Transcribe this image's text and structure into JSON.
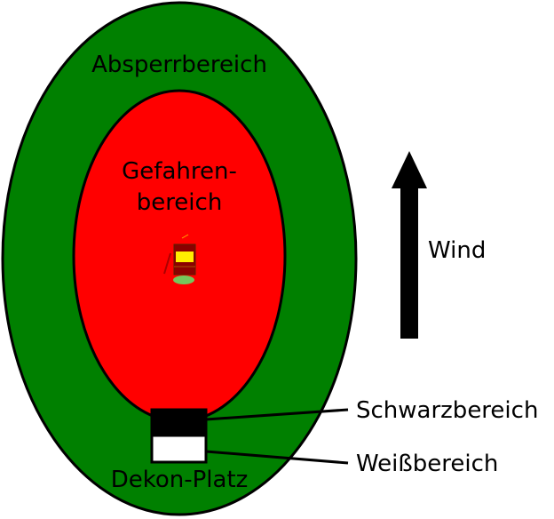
{
  "zones": {
    "outer_label": "Absperrbereich",
    "inner_label_line1": "Gefahren-",
    "inner_label_line2": "bereich",
    "decon_label": "Dekon-Platz"
  },
  "wind": {
    "label": "Wind"
  },
  "callouts": {
    "black_area": "Schwarzbereich",
    "white_area": "Weißbereich"
  },
  "colors": {
    "outer_zone": "#008000",
    "inner_zone": "#ff0000",
    "black_area": "#000000",
    "white_area": "#ffffff",
    "outline": "#000000"
  },
  "icons": {
    "hazard": "hazard-barrel-icon",
    "wind_arrow": "up-arrow-icon"
  }
}
